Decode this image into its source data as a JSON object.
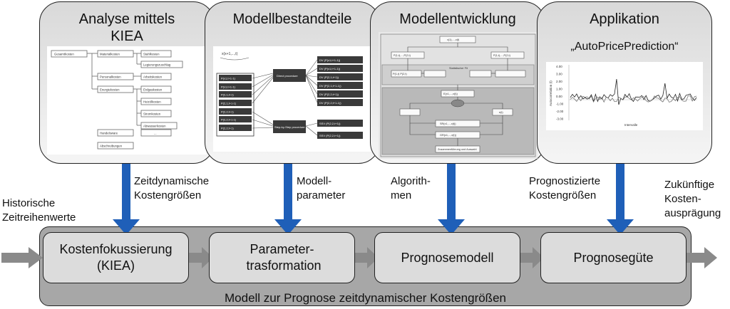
{
  "panels": [
    {
      "title": "Analyse mittels KIEA",
      "subtitle": ""
    },
    {
      "title": "Modellbestandteile",
      "subtitle": ""
    },
    {
      "title": "Modellentwicklung",
      "subtitle": ""
    },
    {
      "title": "Applikation",
      "subtitle": "„AutoPricePrediction“"
    }
  ],
  "kiea_tree": {
    "root": "Gesamtkosten",
    "level1": [
      "Materialkosten",
      "Personalkosten",
      "Energiekosten"
    ],
    "level2": [
      "Stahlkosten",
      "Legierungszuschlag",
      "Arbeitskosten",
      "Erdgaskosten",
      "Heizölkosten",
      "Stromkosten",
      "Abwasserkosten"
    ],
    "extra": [
      "Handelsware",
      "...",
      "Abschreibungen"
    ]
  },
  "model_parts": {
    "top_label": "x(x+1,...,t)",
    "inputs": [
      "P(x1,t+1-1)",
      "P(x1,t+1-1)",
      "P(2,1,t+1)",
      "P(2,1,t+1-1)",
      "P(2,2,t+1)",
      "P(2,2,t+1-1)",
      "P(2,2,t+1)"
    ],
    "methods": [
      "Direct procedure",
      "Step-by-Step procedure"
    ],
    "outputs": [
      "DV (P(x1,t+1-1))",
      "DV (P(x1,t+1-1))",
      "DV (P(2,1,t+1))",
      "DV (P(2,1,t+1-1))",
      "DV (P(2,2,t+1))",
      "DV (P(2,2,t+1-1))",
      "SSV (P(2,2,t+1))",
      "SSV (P(2,2,t+1))"
    ]
  },
  "dev_flow": {
    "nodes": [
      "x(1),...,x(t)",
      "P(1,t),...,P(2,t)",
      "P(1,t),...,P(2,t)",
      "P(1,t)  P(2,t)",
      "Statistischer Fit",
      "E(x1,...,x(t))",
      "e(t)",
      "SR(x1,...,x(t))",
      "GR(x1,...,x(t))",
      "Zusammenführung und Auswahl"
    ]
  },
  "app_chart": {
    "ylabel": "Autocorrelation (t)",
    "xlabel": "Intervalle",
    "yticks": [
      "4.00",
      "3.00",
      "2.00",
      "1.00",
      "0.00",
      "-1.00",
      "-2.00",
      "-3.00"
    ]
  },
  "labels": {
    "input": "Historische Zeitreihenwerte",
    "a1": "Zeitdynamische Kostengrößen",
    "a2": "Modell-parameter",
    "a3": "Algorith-men",
    "a4": "Prognostizierte Kostengrößen",
    "output": "Zukünftige Kosten-ausprägung"
  },
  "stages": [
    {
      "label": "Kostenfokussierung (KIEA)"
    },
    {
      "label": "Parameter-trasformation"
    },
    {
      "label": "Prognosemodell"
    },
    {
      "label": "Prognosegüte"
    }
  ],
  "base_label": "Modell zur Prognose zeitdynamischer Kostengrößen",
  "colors": {
    "arrow_blue": "#1f5fb8",
    "flow_gray": "#8a8a8a",
    "base_gray": "#a7a7a7",
    "stage_gray": "#dcdcdc",
    "dark_box": "#3a3a3a"
  }
}
